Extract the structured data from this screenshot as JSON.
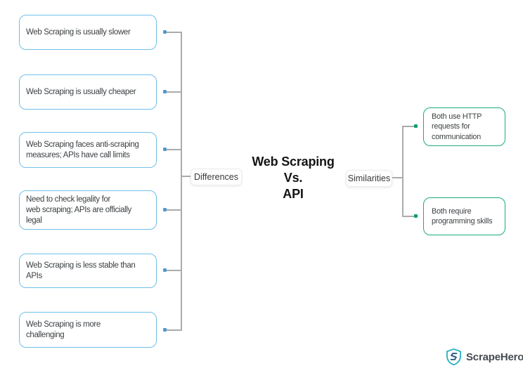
{
  "diagram": {
    "title_lines": [
      "Web Scraping",
      "Vs.",
      "API"
    ],
    "left_branch": {
      "label": "Differences",
      "items": [
        "Web Scraping is usually slower",
        "Web Scraping is usually cheaper",
        "Web Scraping faces anti-scraping\nmeasures; APIs have call limits",
        "Need to check legality for\nweb scraping; APIs are officially\nlegal",
        "Web Scraping is less stable than\nAPIs",
        "Web Scraping is more\nchallenging"
      ]
    },
    "right_branch": {
      "label": "Similarities",
      "items": [
        "Both use HTTP\nrequests for\ncommunication",
        "Both require\nprogramming skills"
      ]
    },
    "logo": {
      "text": "ScrapeHero",
      "monogram": "S"
    },
    "colors": {
      "difference_border": "#6fc0e9",
      "difference_dot": "#4a9bd5",
      "similarity_border": "#1bab7f",
      "similarity_dot": "#0d9e6c",
      "connector": "#ababab",
      "node_text": "#3c4043",
      "title_text": "#141414",
      "shield": "#2eb4c6",
      "shield_monogram": "#27567f",
      "logo_text": "#454b52"
    }
  }
}
